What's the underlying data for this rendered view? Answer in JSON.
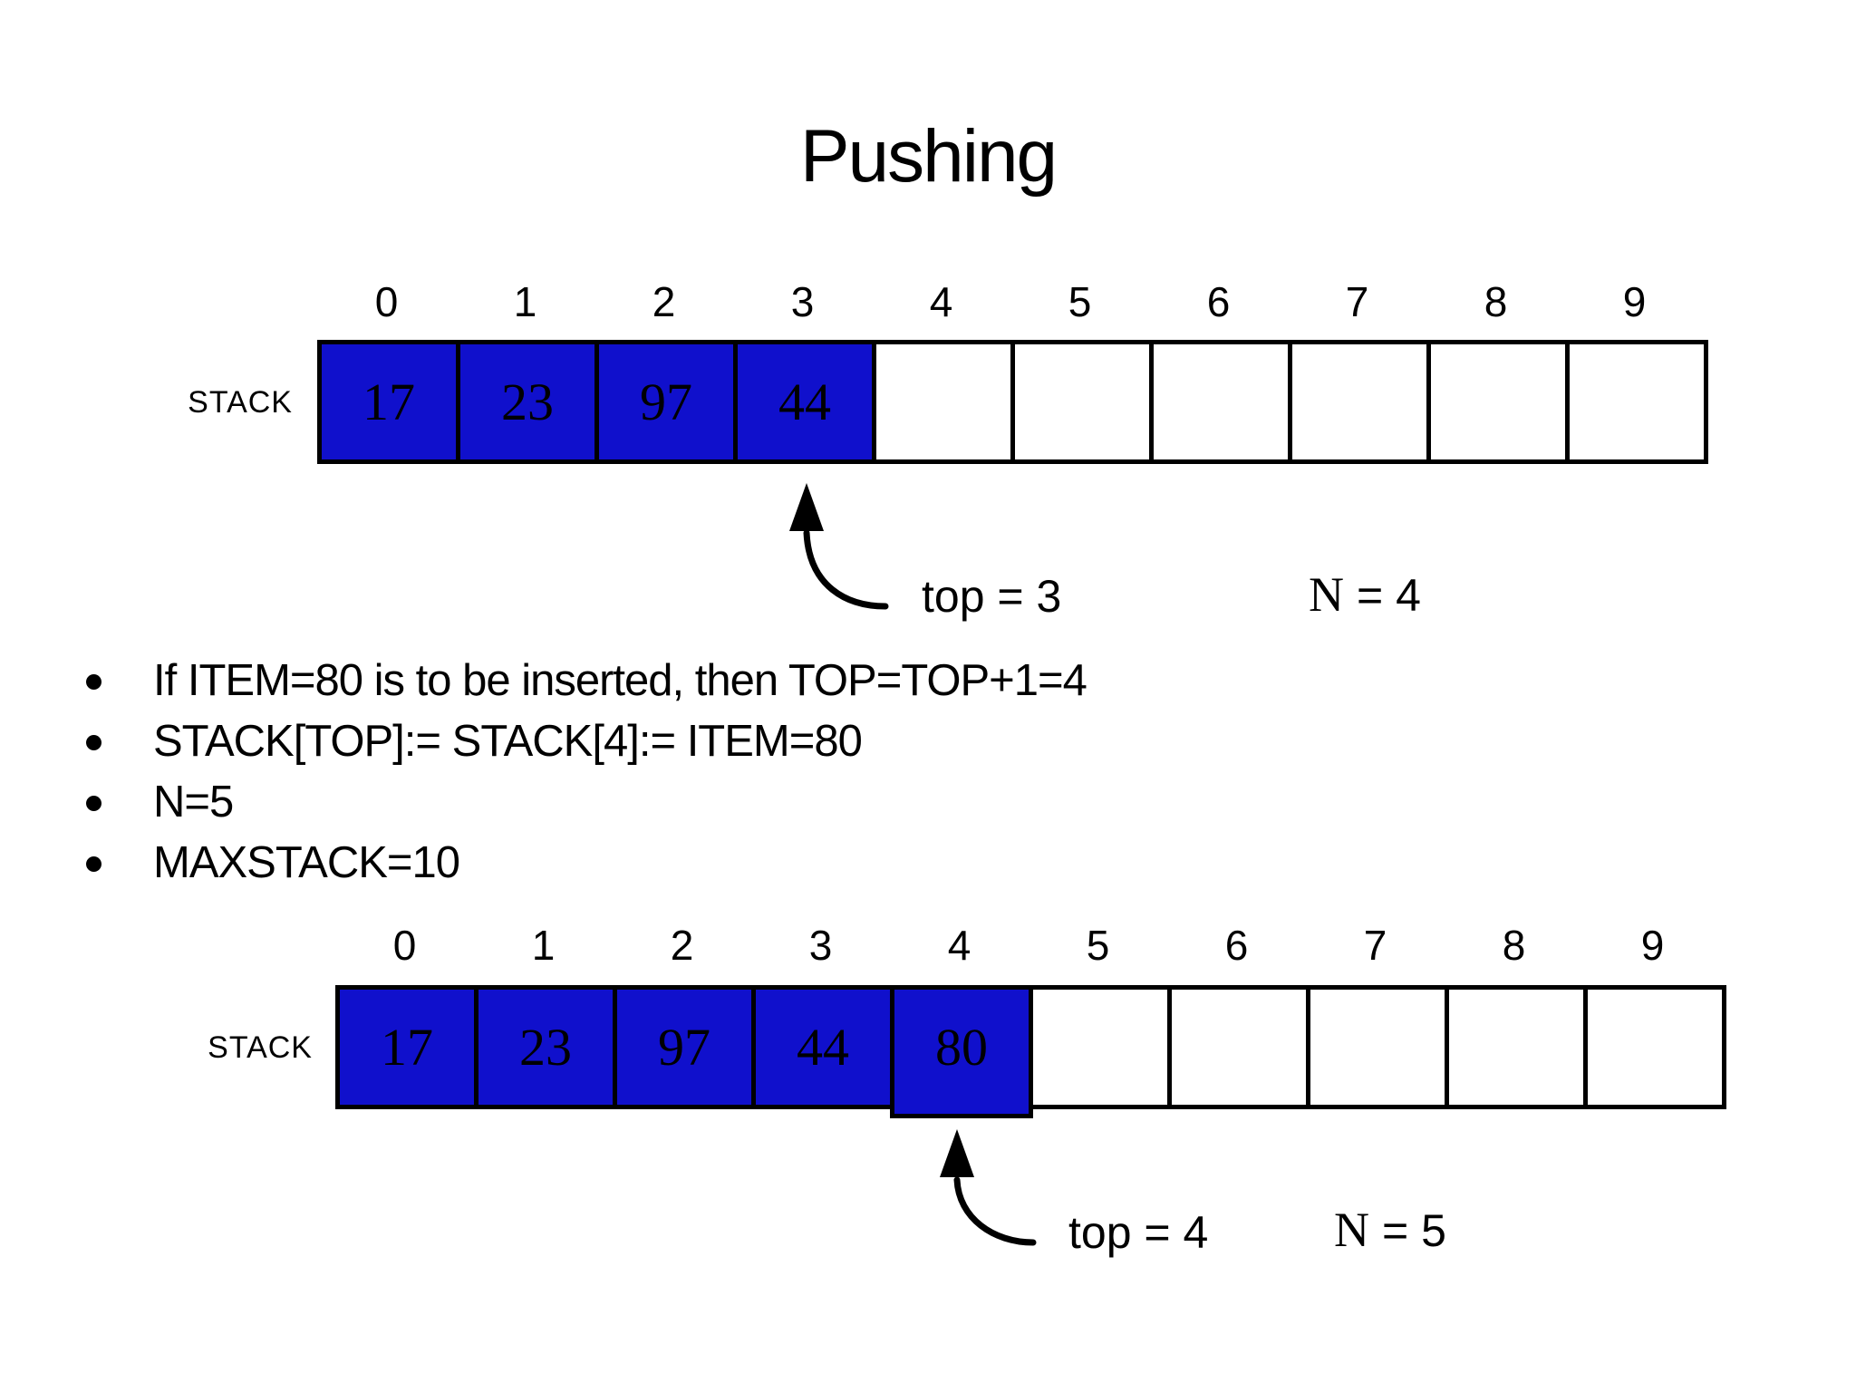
{
  "title": "Pushing",
  "colors": {
    "cell_fill": "#1010cc",
    "border": "#000000",
    "background": "#ffffff"
  },
  "bullets": [
    "If ITEM=80 is to be inserted, then TOP=TOP+1=4",
    "STACK[TOP]:= STACK[4]:= ITEM=80",
    "N=5",
    "MAXSTACK=10"
  ],
  "stack1": {
    "label": "STACK",
    "indices": [
      "0",
      "1",
      "2",
      "3",
      "4",
      "5",
      "6",
      "7",
      "8",
      "9"
    ],
    "values": [
      "17",
      "23",
      "97",
      "44",
      "",
      "",
      "",
      "",
      "",
      ""
    ],
    "top_text": "top = 3",
    "n_prefix": "N",
    "n_rest": "= 4"
  },
  "stack2": {
    "label": "STACK",
    "indices": [
      "0",
      "1",
      "2",
      "3",
      "4",
      "5",
      "6",
      "7",
      "8",
      "9"
    ],
    "values": [
      "17",
      "23",
      "97",
      "44",
      "80",
      "",
      "",
      "",
      "",
      ""
    ],
    "top_text": "top = 4",
    "n_prefix": "N",
    "n_rest": "= 5"
  }
}
